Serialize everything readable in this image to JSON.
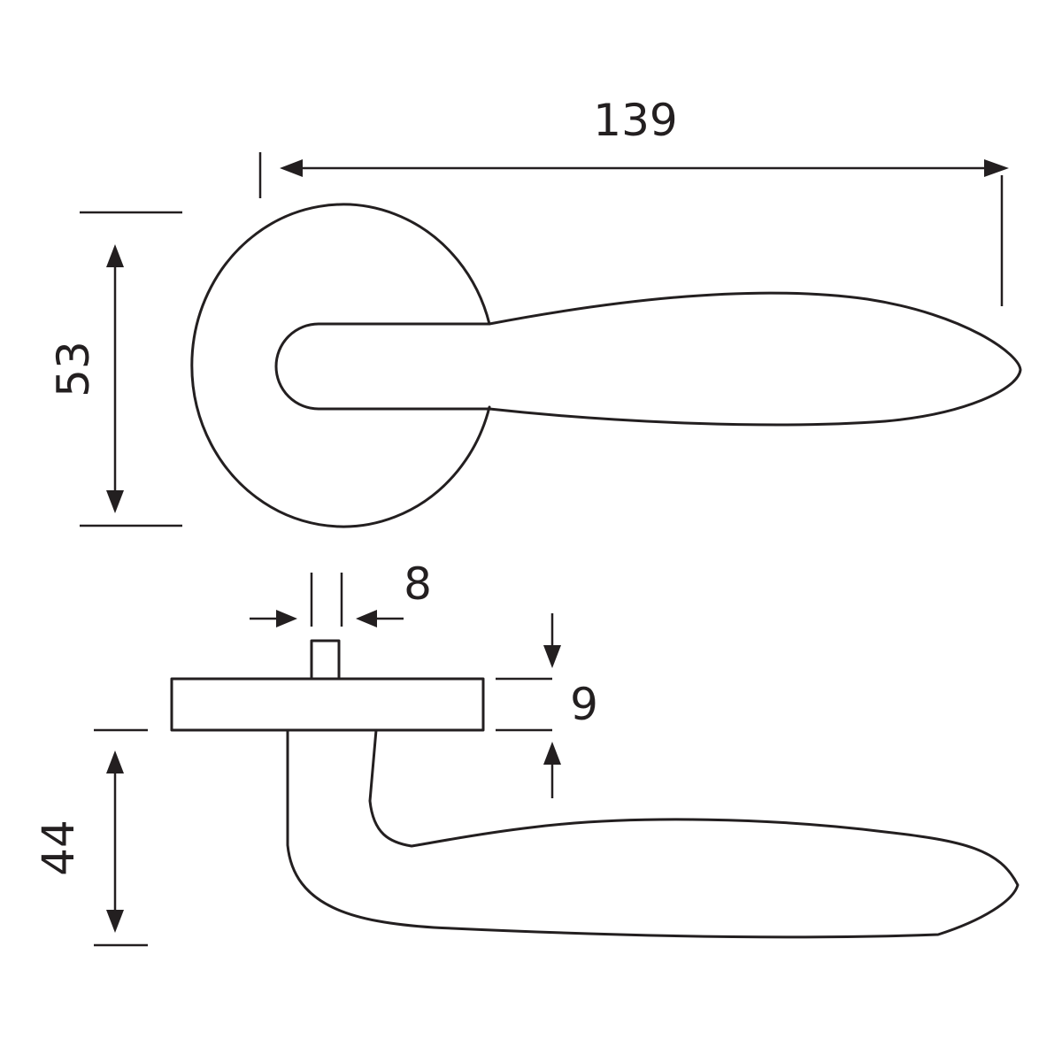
{
  "colors": {
    "line": "#231f20",
    "background": "#ffffff"
  },
  "dimensions": {
    "overall_length": "139",
    "rose_diameter": "53",
    "spindle_width": "8",
    "rose_thickness": "9",
    "lever_projection": "44"
  }
}
